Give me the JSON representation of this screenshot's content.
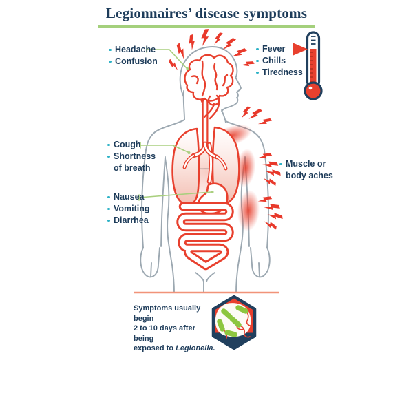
{
  "title": "Legionnaires’ disease symptoms",
  "symptom_groups": {
    "head": {
      "items": [
        "Headache",
        "Confusion"
      ]
    },
    "fever": {
      "items": [
        "Fever",
        "Chills",
        "Tiredness"
      ]
    },
    "respiratory": {
      "line1": "Cough",
      "line2": "Shortness",
      "line3": "of breath"
    },
    "gastro": {
      "items": [
        "Nausea",
        "Vomiting",
        "Diarrhea"
      ]
    },
    "muscle": {
      "line1": "Muscle or",
      "line2": "body aches"
    }
  },
  "footnote": {
    "line1": "Symptoms usually begin",
    "line2": "2 to 10 days after being",
    "line3_prefix": "exposed to ",
    "line3_italic": "Legionella."
  },
  "icons": {
    "body": "human-body-icon",
    "brain": "brain-icon",
    "lungs": "lungs-icon",
    "trachea": "trachea-icon",
    "stomach": "stomach-icon",
    "intestines": "intestines-icon",
    "thermometer": "thermometer-icon",
    "fever_flag": "flag-icon",
    "lightning_bolt": "lightning-bolt-icon",
    "muscle_glow": "ache-glow",
    "bacteria_badge": "bacteria-hexagon-icon",
    "bullet": "bullet-dash-icon"
  },
  "colors": {
    "navy_text": "#1e3c5a",
    "accent_red": "#e8402e",
    "teal_bullet": "#2fb3c7",
    "connector_green": "#a9cf7e",
    "underline_green": "#a4d07c",
    "body_gray": "#9ca8b1",
    "ground_salmon": "#f19379",
    "bacteria_green": "#8dc63f",
    "badge_navy": "#21405e",
    "lung_pink": "#f3bdb1"
  }
}
